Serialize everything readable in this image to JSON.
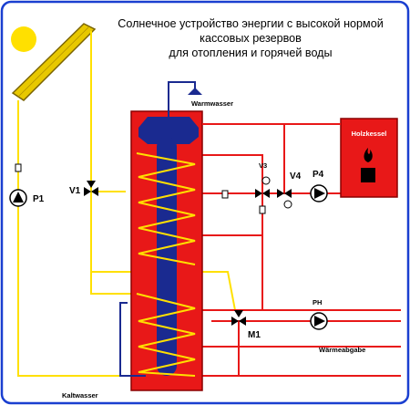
{
  "title": {
    "line1": "Солнечное устройство энергии с высокой нормой",
    "line2": "кассовых резервов",
    "line3": "для отопления и горячей воды"
  },
  "labels": {
    "warmwasser": "Warmwasser",
    "kaltwasser": "Kaltwasser",
    "holzkessel": "Holzkessel",
    "waermeabgabe": "Wärmeabgabe",
    "p1": "P1",
    "v1": "V1",
    "v3": "V3",
    "v4": "V4",
    "p4": "P4",
    "ph": "PH",
    "m1": "M1"
  },
  "colors": {
    "border": "#1a3fd0",
    "sun": "#ffe000",
    "collector": "#e8c800",
    "tank": "#e81818",
    "tank_core": "#1a2a90",
    "solar_circuit": "#ffe000",
    "heating_circuit": "#e81818",
    "cold_water": "#1a2a90",
    "pump": "#000000"
  },
  "icons": [
    "sun-icon",
    "solar-collector-icon",
    "pump-icon",
    "three-way-valve-icon",
    "mixing-valve-icon",
    "flame-icon",
    "check-valve-icon"
  ]
}
